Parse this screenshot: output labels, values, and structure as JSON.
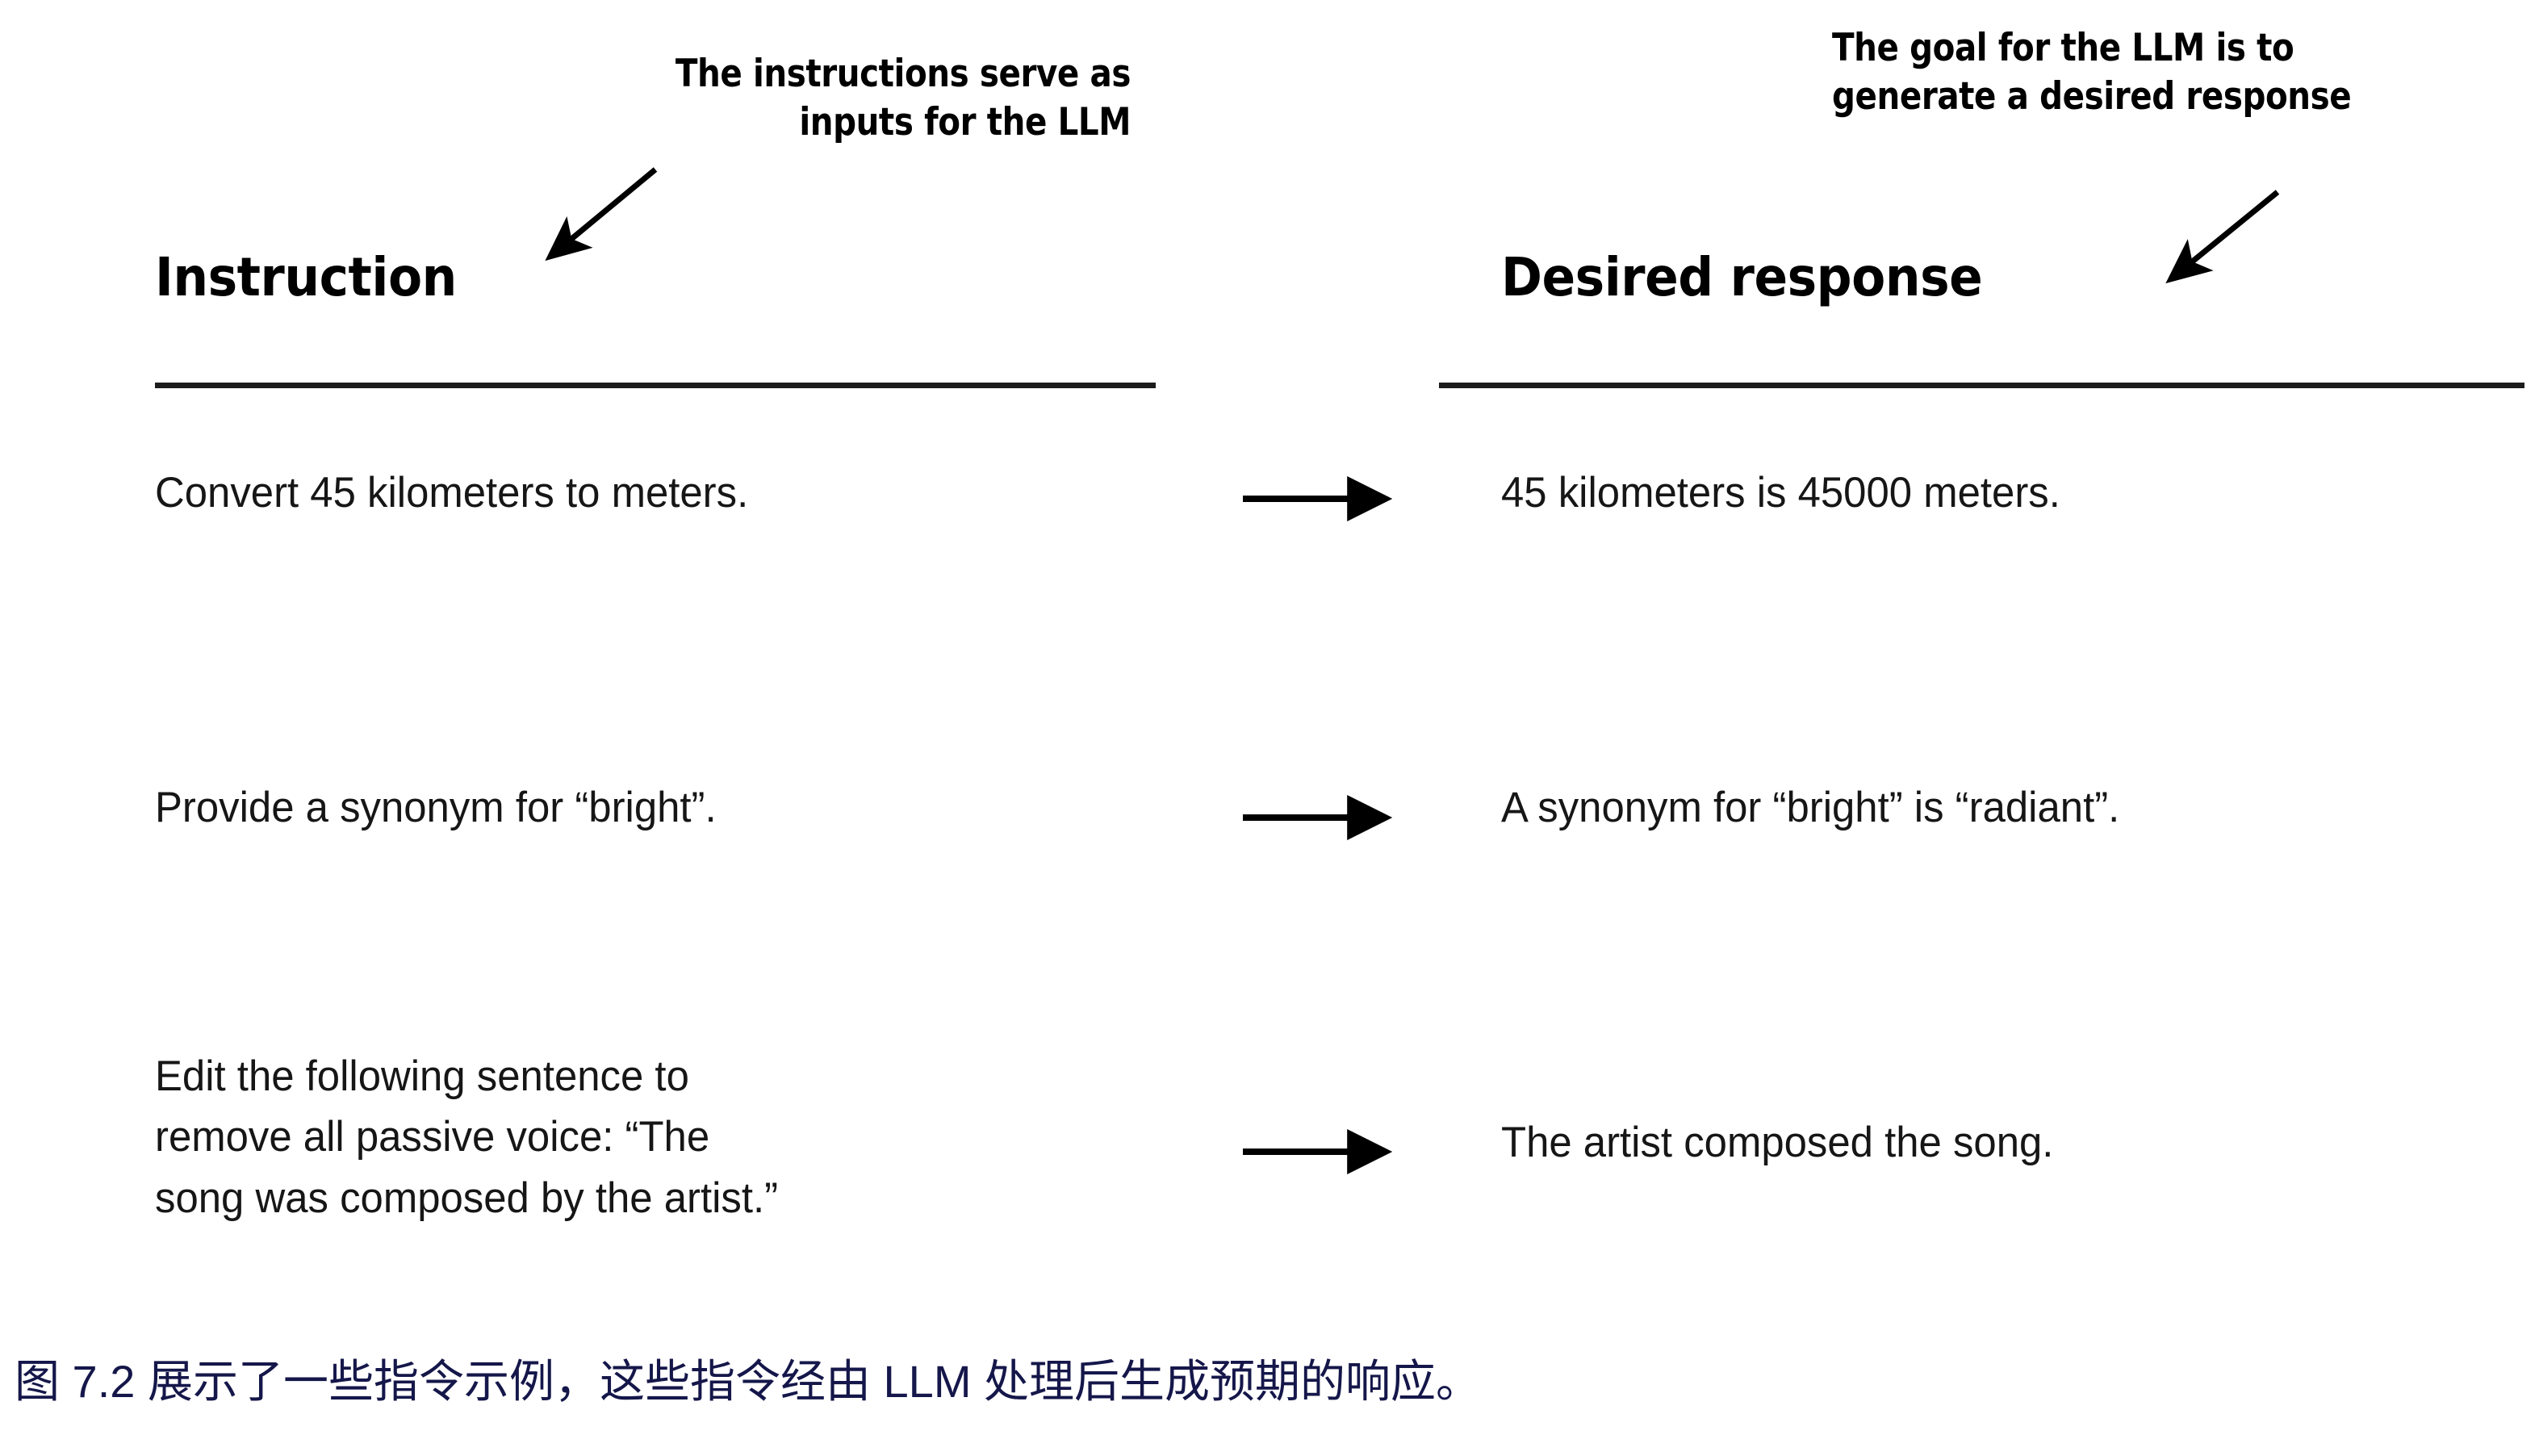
{
  "figure": {
    "background_color": "#ffffff",
    "text_color": "#111111",
    "caption_color": "#15174a",
    "rule_color": "#1c1c1c"
  },
  "annotations": {
    "left": {
      "line1": "The instructions serve as",
      "line2": "inputs for the LLM"
    },
    "right": {
      "line1": "The goal for the LLM is to",
      "line2": "generate a desired response"
    }
  },
  "columns": {
    "left_heading": "Instruction",
    "right_heading": "Desired response"
  },
  "rows": [
    {
      "instruction": "Convert 45 kilometers to meters.",
      "response": "45 kilometers is 45000 meters."
    },
    {
      "instruction": "Provide a synonym for “bright”.",
      "response": "A synonym for “bright” is “radiant”."
    },
    {
      "instruction": "Edit the following sentence to\nremove all passive voice: “The\nsong was composed by the artist.”",
      "response": "The artist composed the song."
    }
  ],
  "caption": {
    "text": "图 7.2 展示了一些指令示例，这些指令经由 LLM 处理后生成预期的响应。",
    "figure_number": "7.2"
  },
  "icons": {
    "mapping_arrow": "arrow-right-icon",
    "callout_arrow": "arrow-diagonal-down-left-icon"
  }
}
